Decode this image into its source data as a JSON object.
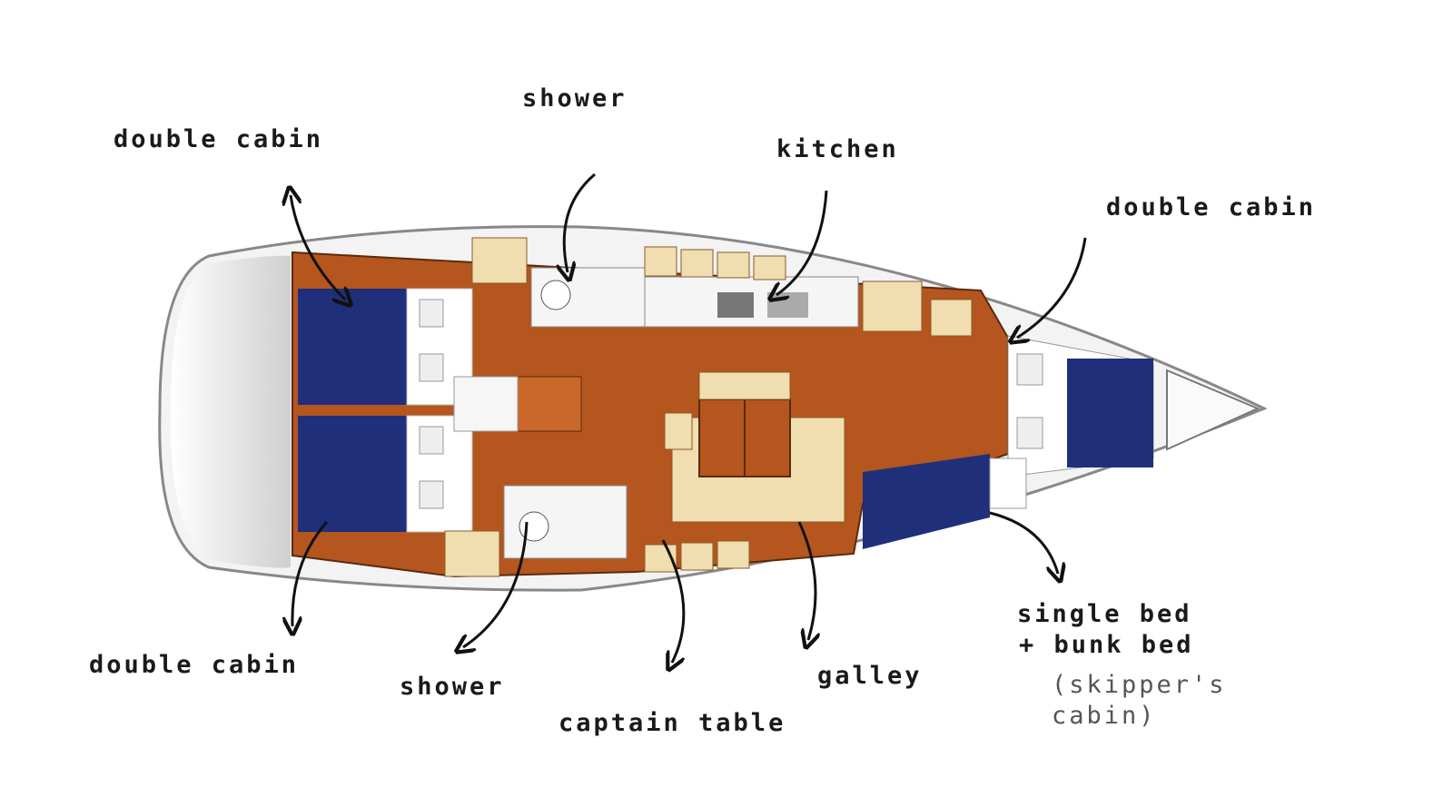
{
  "labels": {
    "shower_top": "shower",
    "double_cabin_top_left": "double cabin",
    "kitchen": "kitchen",
    "double_cabin_right": "double cabin",
    "double_cabin_bottom_left": "double cabin",
    "shower_bottom": "shower",
    "captain_table": "captain table",
    "galley": "galley",
    "single_bed_line1": "single bed",
    "single_bed_line2": "+ bunk bed",
    "skipper_line1": "(skipper's",
    "skipper_line2": "cabin)"
  },
  "colors": {
    "wood": "#b4561e",
    "bed": "#1f2f7a",
    "cream": "#f0ddb0",
    "hull": "#f2f2f2"
  }
}
